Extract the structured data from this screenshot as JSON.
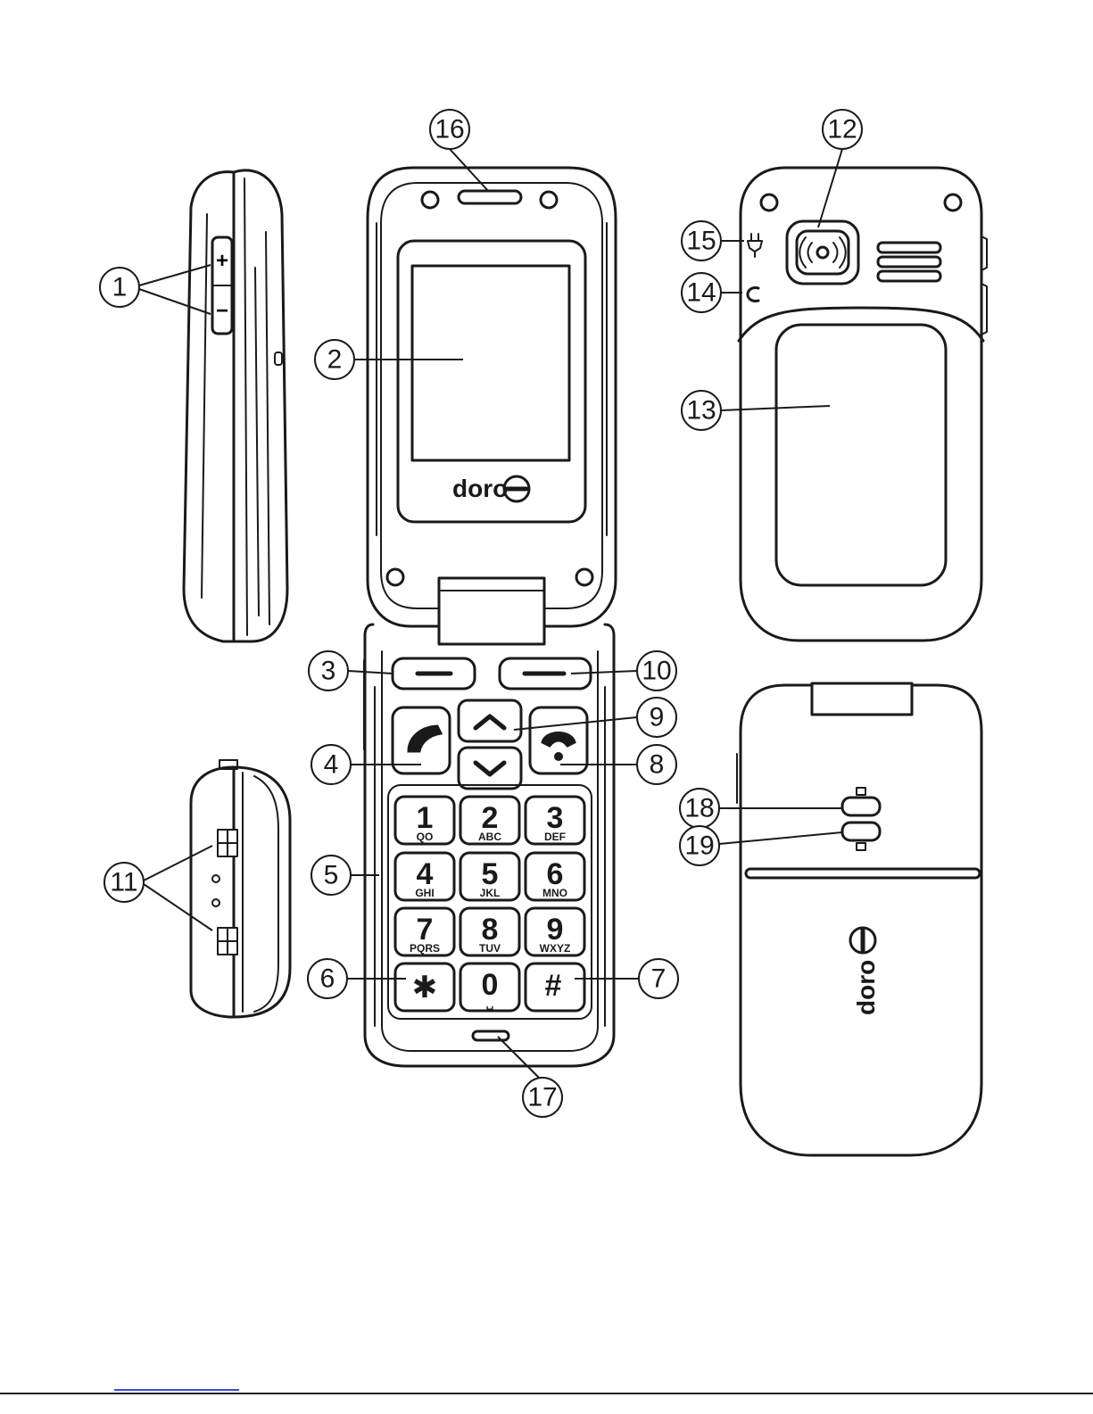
{
  "callouts": [
    "1",
    "2",
    "3",
    "4",
    "5",
    "6",
    "7",
    "8",
    "9",
    "10",
    "11",
    "12",
    "13",
    "14",
    "15",
    "16",
    "17",
    "18",
    "19"
  ],
  "keypad": [
    {
      "num": "1",
      "letters": "QO"
    },
    {
      "num": "2",
      "letters": "ABC"
    },
    {
      "num": "3",
      "letters": "DEF"
    },
    {
      "num": "4",
      "letters": "GHI"
    },
    {
      "num": "5",
      "letters": "JKL"
    },
    {
      "num": "6",
      "letters": "MNO"
    },
    {
      "num": "7",
      "letters": "PQRS"
    },
    {
      "num": "8",
      "letters": "TUV"
    },
    {
      "num": "9",
      "letters": "WXYZ"
    },
    {
      "num": "0",
      "letters": "␣"
    }
  ],
  "symbols": {
    "star": "✱",
    "hash": "#",
    "plus": "+",
    "minus": "−"
  },
  "brand": {
    "logo_text": "doro"
  },
  "icons": {
    "call": "phone-handset-icon",
    "end": "phone-hangup-icon",
    "up": "chevron-up-icon",
    "down": "chevron-down-icon",
    "assist": "emergency-signal-icon",
    "charger": "plug-icon",
    "headset": "headset-jack-icon"
  }
}
